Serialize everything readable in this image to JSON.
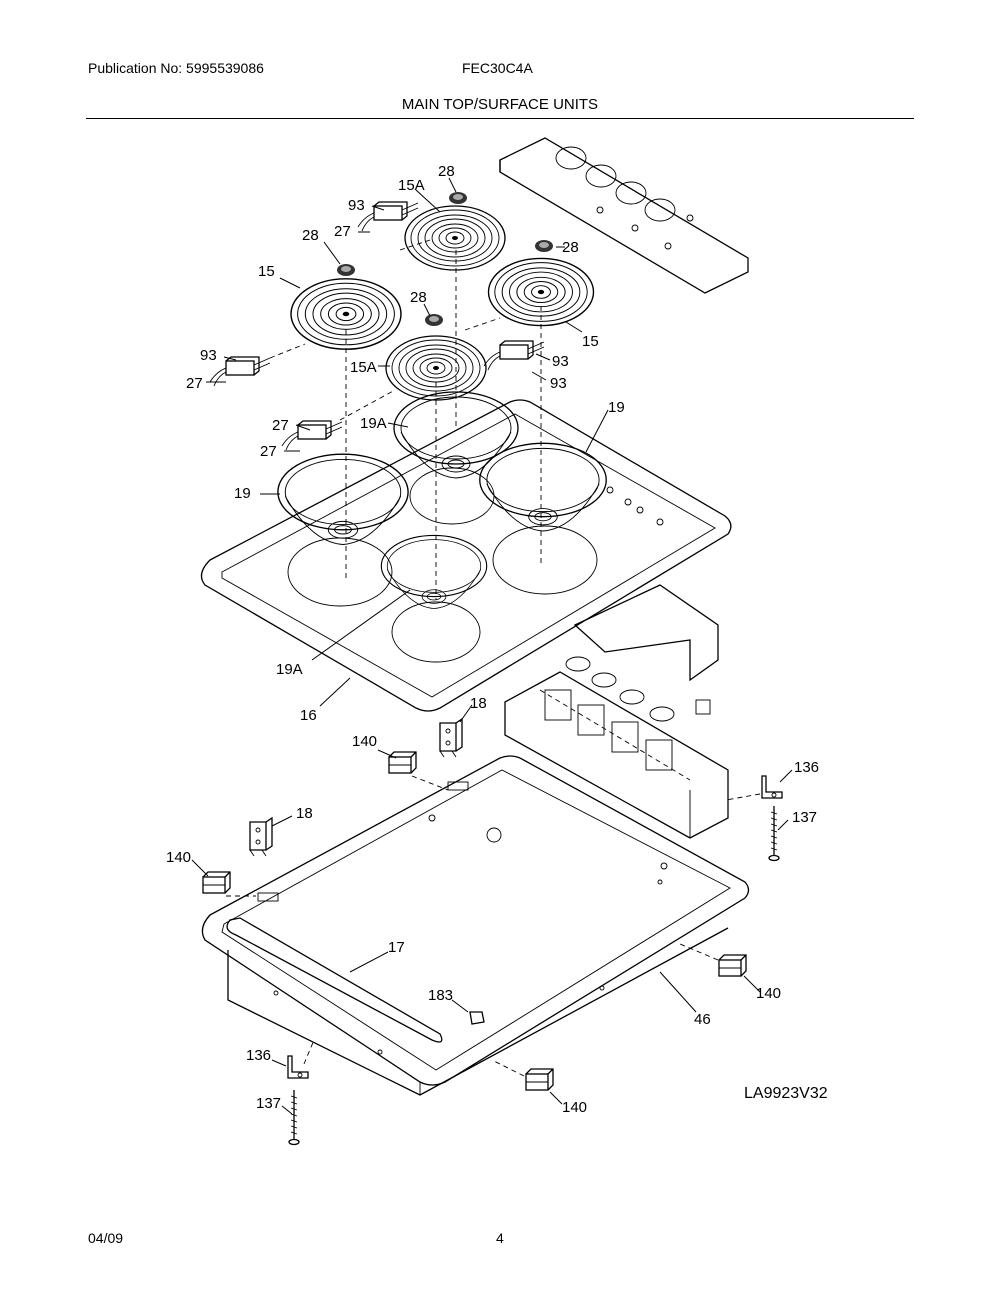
{
  "header": {
    "publication": "Publication No: 5995539086",
    "model": "FEC30C4A",
    "section_title": "MAIN TOP/SURFACE UNITS"
  },
  "footer": {
    "date": "04/09",
    "page": "4"
  },
  "diagram": {
    "figure_code": "LA9923V32",
    "callouts": [
      "28",
      "15A",
      "93",
      "27",
      "28",
      "28",
      "15",
      "28",
      "15",
      "93",
      "27",
      "15A",
      "93",
      "27",
      "93",
      "19A",
      "27",
      "19",
      "19",
      "19A",
      "16",
      "18",
      "140",
      "136",
      "137",
      "18",
      "140",
      "17",
      "183",
      "140",
      "46",
      "136",
      "137",
      "140"
    ]
  }
}
